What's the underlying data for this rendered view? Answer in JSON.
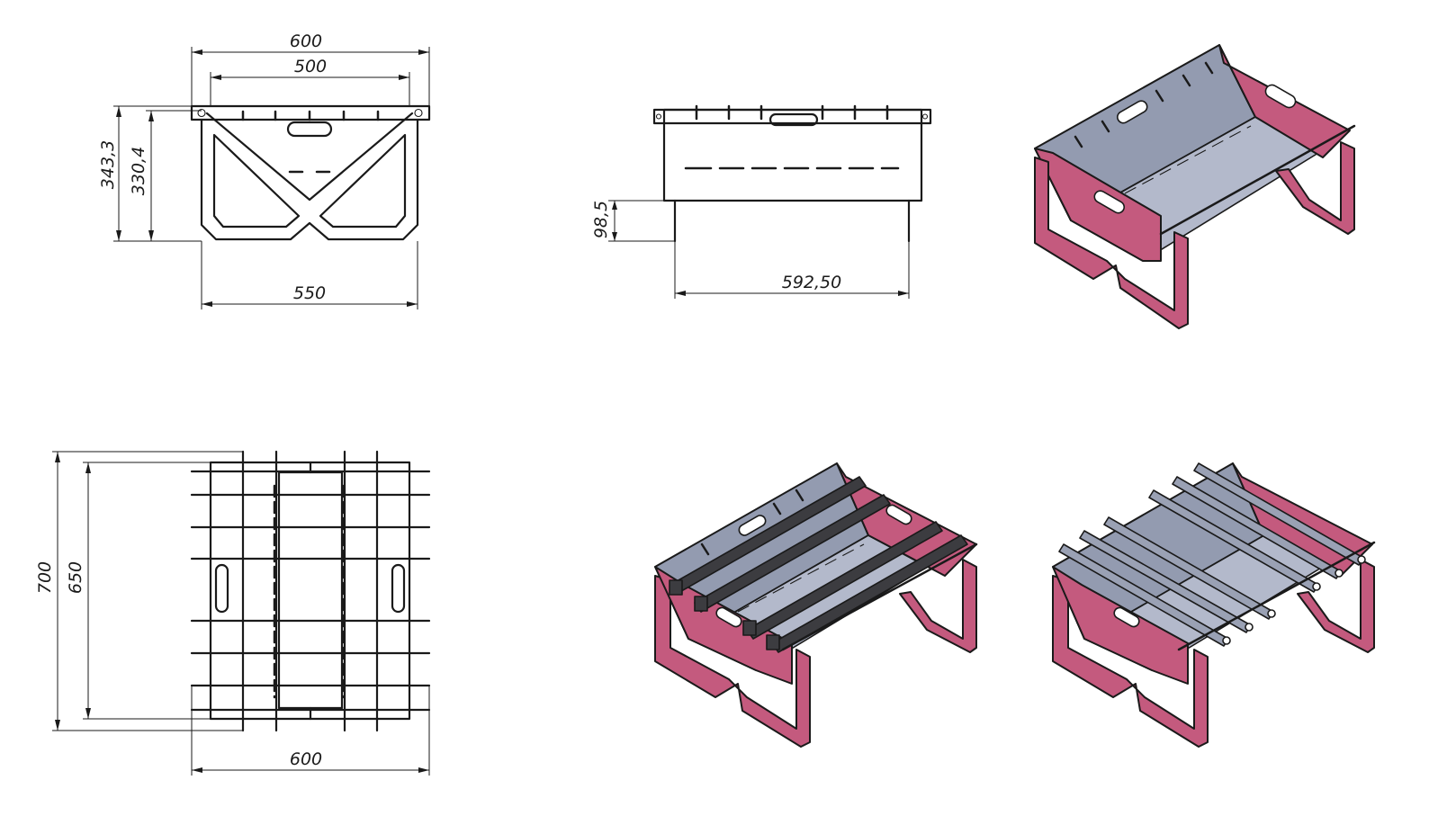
{
  "front_view": {
    "overall_width": "600",
    "inner_width": "500",
    "total_height": "343,3",
    "body_height": "330,4",
    "base_width": "550"
  },
  "side_view": {
    "leg_height": "98,5",
    "length": "592,50"
  },
  "top_view": {
    "overall_depth": "700",
    "body_depth": "650",
    "width": "600"
  },
  "colors": {
    "frame": "#c45a7e",
    "panel": "#939bb0",
    "floor": "#b3b9cb",
    "skewer": "#3c3c40"
  }
}
